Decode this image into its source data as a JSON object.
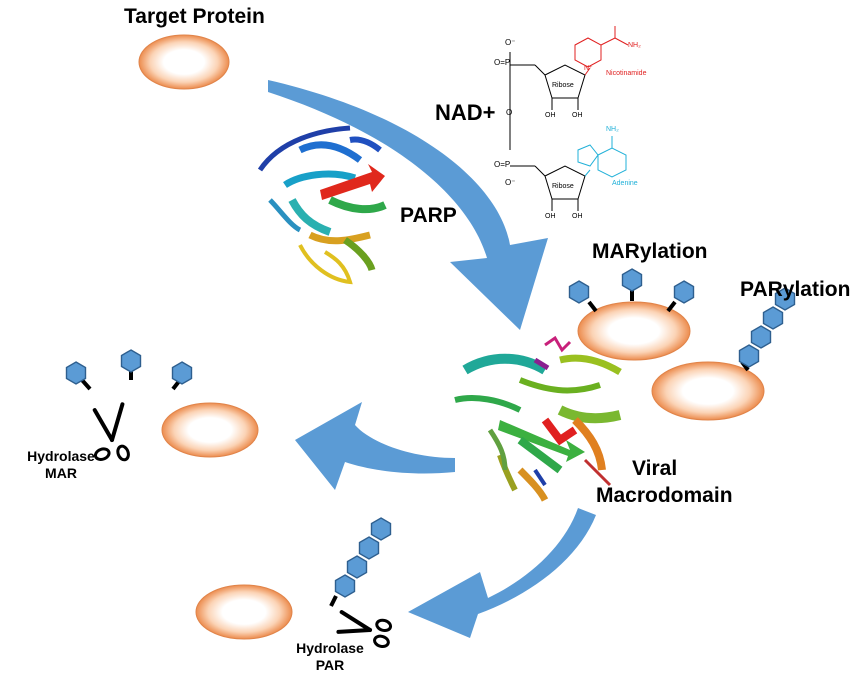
{
  "labels": {
    "target_protein": "Target Protein",
    "nad": "NAD+",
    "parp": "PARP",
    "marylation": "MARylation",
    "parylation": "PARylation",
    "viral": "Viral",
    "macrodomain": "Macrodomain",
    "hydrolase_mar_1": "Hydrolase",
    "hydrolase_mar_2": "MAR",
    "hydrolase_par_1": "Hydrolase",
    "hydrolase_par_2": "PAR"
  },
  "nad_structure": {
    "nicotinamide": "Nicotinamide",
    "adenine": "Adenine",
    "ribose": "Ribose",
    "oh": "OH",
    "o_minus": "O⁻",
    "p_group": "O=P",
    "o": "O",
    "n_plus": "N⁺",
    "nh2": "NH₂",
    "n": "N"
  },
  "colors": {
    "arrow": "#5b9bd5",
    "hexagon_fill": "#5b9bd5",
    "hexagon_stroke": "#2e5f8f",
    "protein_edge": "#e0844a",
    "nicotinamide": "#e02020",
    "adenine": "#20b0d8"
  }
}
